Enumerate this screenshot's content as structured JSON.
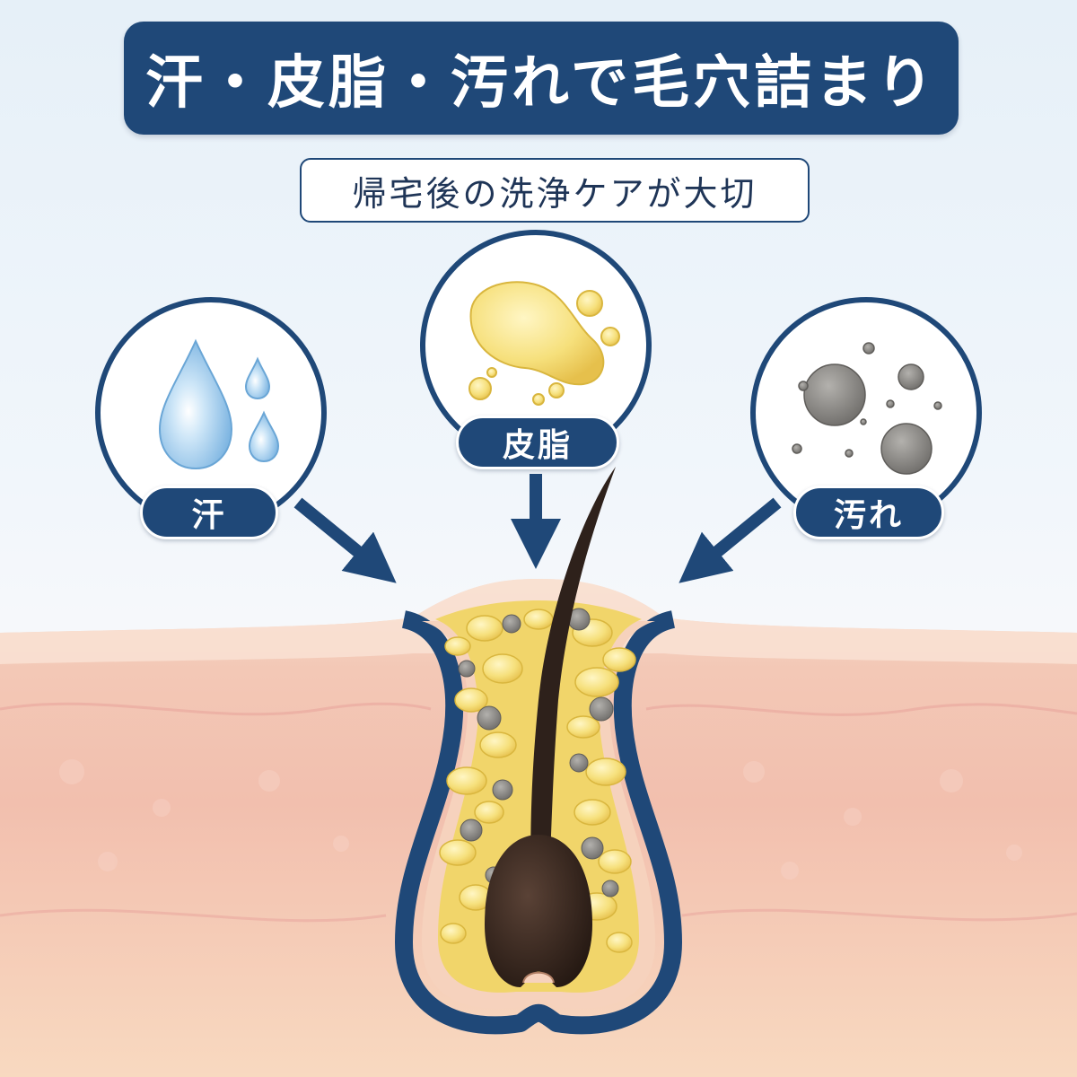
{
  "title": "汗・皮脂・汚れで毛穴詰まり",
  "subtitle": "帰宅後の洗浄ケアが大切",
  "labels": {
    "sweat": "汗",
    "sebum": "皮脂",
    "dirt": "汚れ"
  },
  "icons": {
    "sweat": "water-drops-icon",
    "sebum": "oil-blob-icon",
    "dirt": "dirt-particles-icon"
  },
  "colors": {
    "navy": "#1f4878",
    "skin_top": "#f6d6c2",
    "dermis": "#f2c1b0",
    "subcutis": "#f7d4bb",
    "sebum_yellow": "#f3df7a",
    "dirt_gray": "#8c8a87",
    "hair": "#2e211b",
    "water_blue": "#a9d3ef"
  }
}
